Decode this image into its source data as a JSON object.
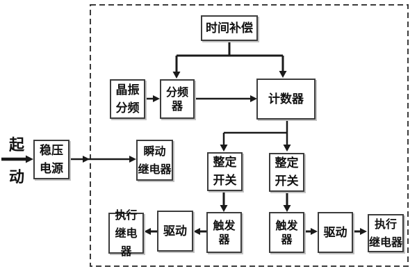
{
  "diagram": {
    "description": "Block diagram of a timing relay control system inside a dashed boundary",
    "start_label": {
      "line1": "起",
      "line2": "动"
    },
    "boxes": {
      "time_compensation": "时间补偿",
      "crystal_divider": "晶振\n分频",
      "frequency_divider": "分频器",
      "counter": "计数器",
      "regulated_power": "稳压\n电源",
      "instant_relay": "瞬动\n继电器",
      "setting_switch_left": "整定\n开关",
      "setting_switch_right": "整定\n开关",
      "trigger_left": "触发器",
      "drive_left": "驱动",
      "exec_relay_left": "执行\n继电器",
      "trigger_right": "触发器",
      "drive_right": "驱动",
      "exec_relay_right": "执行\n继电器"
    },
    "colors": {
      "background": "#ffffff",
      "line": "#1a1a1a",
      "box_border": "#3c3c3c",
      "box_shadow": "#c2c2c2",
      "dashed_boundary": "#3a3a3a",
      "text": "#111111"
    }
  }
}
